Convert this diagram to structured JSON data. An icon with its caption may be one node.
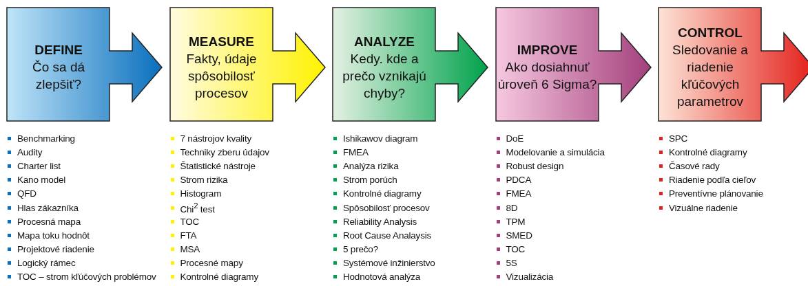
{
  "diagram": {
    "nodes": [
      {
        "text": [
          "DEFINE",
          "Čo sa dá zlepšiť?"
        ],
        "beside": [
          "Benchmarking",
          "Audity",
          "Charter list",
          "Kano model",
          "QFD",
          "Hlas zákazníka",
          "Procesná mapa",
          "Mapa toku hodnôt",
          "Projektové riadenie",
          "Logický rámec",
          "TOC – strom kľúčových problémov"
        ]
      },
      {
        "text": [
          "MEASURE",
          "Fakty, údaje spôsobilosť procesov"
        ],
        "beside": [
          "7 nástrojov kvality",
          "Techniky zberu údajov",
          "Štatistické nástroje",
          "Strom rizika",
          "Histogram",
          "Chi$^{2}$ test",
          "TOC",
          "FTA",
          "MSA",
          "Procesné mapy",
          "Kontrolné diagramy"
        ]
      },
      {
        "text": [
          "ANALYZE",
          "Kedy. kde a prečo vznikajú chyby?"
        ],
        "beside": [
          "Ishikawov diagram",
          "FMEA",
          "Analýza rizika",
          "Strom porúch",
          "Kontrolné diagramy",
          "Spôsobilosť procesov",
          "Reliability Analysis",
          "Root Cause Analaysis",
          "5 prečo?",
          "Systémové inžinierstvo",
          "Hodnotová analýza"
        ]
      },
      {
        "text": [
          "IMPROVE",
          "Ako dosiahnuť úroveň 6 Sigma?"
        ],
        "beside": [
          "DoE",
          "Modelovanie a simulácia",
          "Robust design",
          "PDCA",
          "FMEA",
          "8D",
          "TPM",
          "SMED",
          "TOC",
          "5S",
          "Vizualizácia"
        ]
      },
      {
        "text": [
          "CONTROL",
          "Sledovanie a riadenie kľúčových parametrov"
        ],
        "beside": [
          "SPC",
          "Kontrolné diagramy",
          "Časové rady",
          "Riadenie podľa cieľov",
          "Preventívne plánovanie",
          "Vizuálne riadenie"
        ]
      }
    ]
  }
}
